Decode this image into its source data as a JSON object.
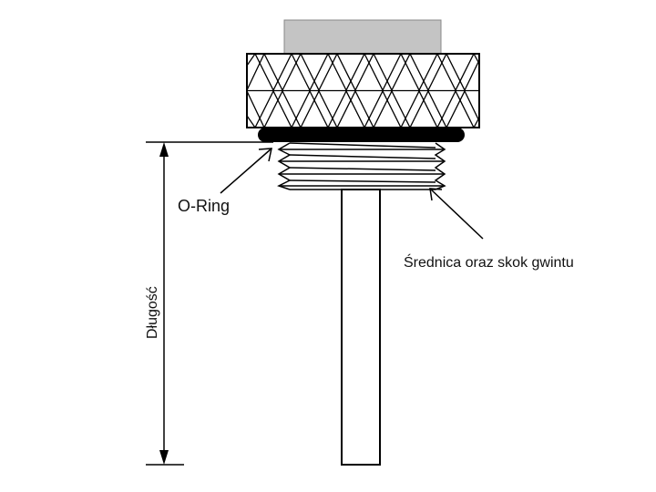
{
  "labels": {
    "o_ring": "O-Ring",
    "thread": "Średnica oraz skok gwintu",
    "length": "Długość"
  },
  "colors": {
    "cap_top": "#c4c4c4",
    "outline": "#000000",
    "background": "#ffffff"
  }
}
